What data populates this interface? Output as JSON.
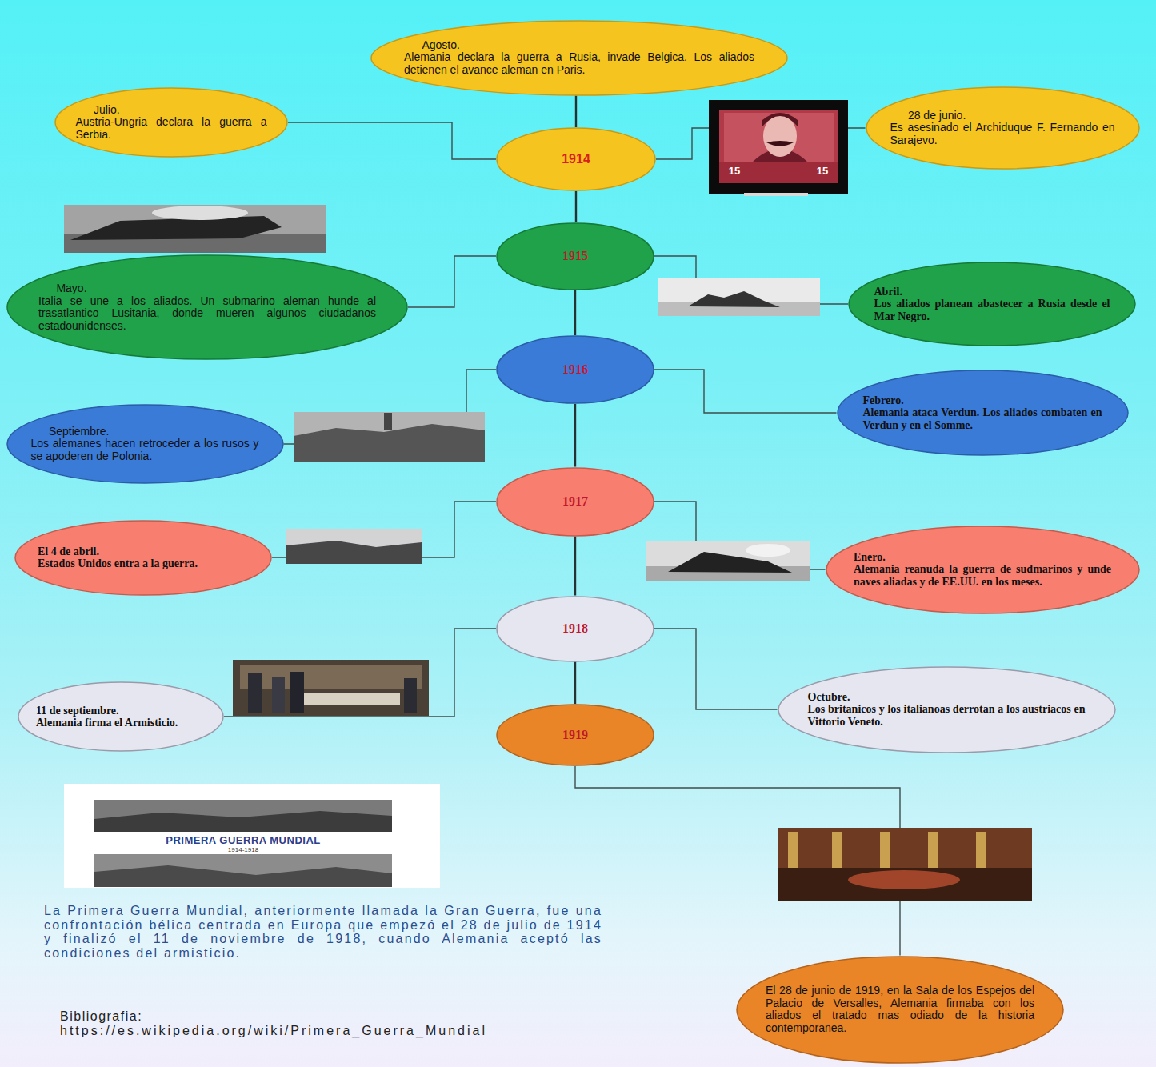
{
  "diagram": {
    "nodes": [
      {
        "text": [
          "Agosto.",
          "Alemania declara la guerra a Rusia, invade Belgica. Los aliados detienen el avance aleman en Paris."
        ]
      },
      {
        "text": [
          "Julio.",
          "Austria-Ungria declara la guerra a Serbia."
        ]
      },
      {
        "text": [
          "1914"
        ]
      },
      {
        "text": [
          "28 de junio.",
          "Es asesinado el Archiduque F. Fernando en Sarajevo."
        ]
      },
      {
        "text": [
          "1915"
        ]
      },
      {
        "text": [
          "Mayo.",
          "Italia se une a los aliados. Un submarino aleman hunde al trasatlantico Lusitania, donde mueren algunos ciudadanos estadounidenses."
        ]
      },
      {
        "text": [
          "Abril.",
          "Los aliados planean abastecer a Rusia desde el Mar Negro."
        ]
      },
      {
        "text": [
          "1916"
        ]
      },
      {
        "text": [
          "Febrero.",
          "Alemania ataca Verdun. Los aliados combaten en Verdun y en el Somme."
        ]
      },
      {
        "text": [
          "Septiembre.",
          "Los alemanes hacen retroceder a los rusos y se apoderen de Polonia."
        ]
      },
      {
        "text": [
          "1917"
        ]
      },
      {
        "text": [
          "El 4 de abril.",
          "Estados Unidos entra a la guerra."
        ]
      },
      {
        "text": [
          "Enero.",
          "Alemania reanuda la guerra de sudmarinos y unde naves aliadas y de EE.UU. en los meses."
        ]
      },
      {
        "text": [
          "1918"
        ]
      },
      {
        "text": [
          "11 de septiembre.",
          "Alemania firma el Armisticio."
        ]
      },
      {
        "text": [
          "Octubre.",
          "Los britanicos y los italianoas derrotan a los austriacos en Vittorio Veneto."
        ]
      },
      {
        "text": [
          "1919"
        ]
      },
      {
        "text": [
          "El 28 de junio de 1919, en la Sala de los Espejos del Palacio de Versalles, Alemania firmaba con los aliados el tratado mas odiado de la historia contemporanea."
        ]
      }
    ],
    "edges": [
      {
        "from": 2,
        "to": 0,
        "arrow": "none"
      },
      {
        "from": 2,
        "to": 1,
        "arrow": "none"
      },
      {
        "from": 2,
        "to": 3,
        "arrow": "none"
      },
      {
        "from": 2,
        "to": 4,
        "arrow": "none"
      },
      {
        "from": 4,
        "to": 5,
        "arrow": "none"
      },
      {
        "from": 4,
        "to": 6,
        "arrow": "none"
      },
      {
        "from": 4,
        "to": 7,
        "arrow": "none"
      },
      {
        "from": 7,
        "to": 8,
        "arrow": "none"
      },
      {
        "from": 7,
        "to": 9,
        "arrow": "none"
      },
      {
        "from": 7,
        "to": 10,
        "arrow": "none"
      },
      {
        "from": 10,
        "to": 11,
        "arrow": "none"
      },
      {
        "from": 10,
        "to": 12,
        "arrow": "none"
      },
      {
        "from": 10,
        "to": 13,
        "arrow": "none"
      },
      {
        "from": 13,
        "to": 14,
        "arrow": "none"
      },
      {
        "from": 13,
        "to": 15,
        "arrow": "none"
      },
      {
        "from": 13,
        "to": 16,
        "arrow": "none"
      },
      {
        "from": 16,
        "to": 17,
        "arrow": "none"
      }
    ],
    "labels": [
      "15",
      "15",
      "PRIMERA GUERRA MUNDIAL",
      "1914-1918",
      "La Primera Guerra Mundial, anteriormente llamada la Gran Guerra, fue una confrontación bélica centrada en Europa que empezó el 28 de julio de 1914 y finalizó el 11 de noviembre de 1918, cuando Alemania aceptó las condiciones del armisticio.",
      "Bibliografia:",
      "https://es.wikipedia.org/wiki/Primera_Guerra_Mundial"
    ]
  }
}
